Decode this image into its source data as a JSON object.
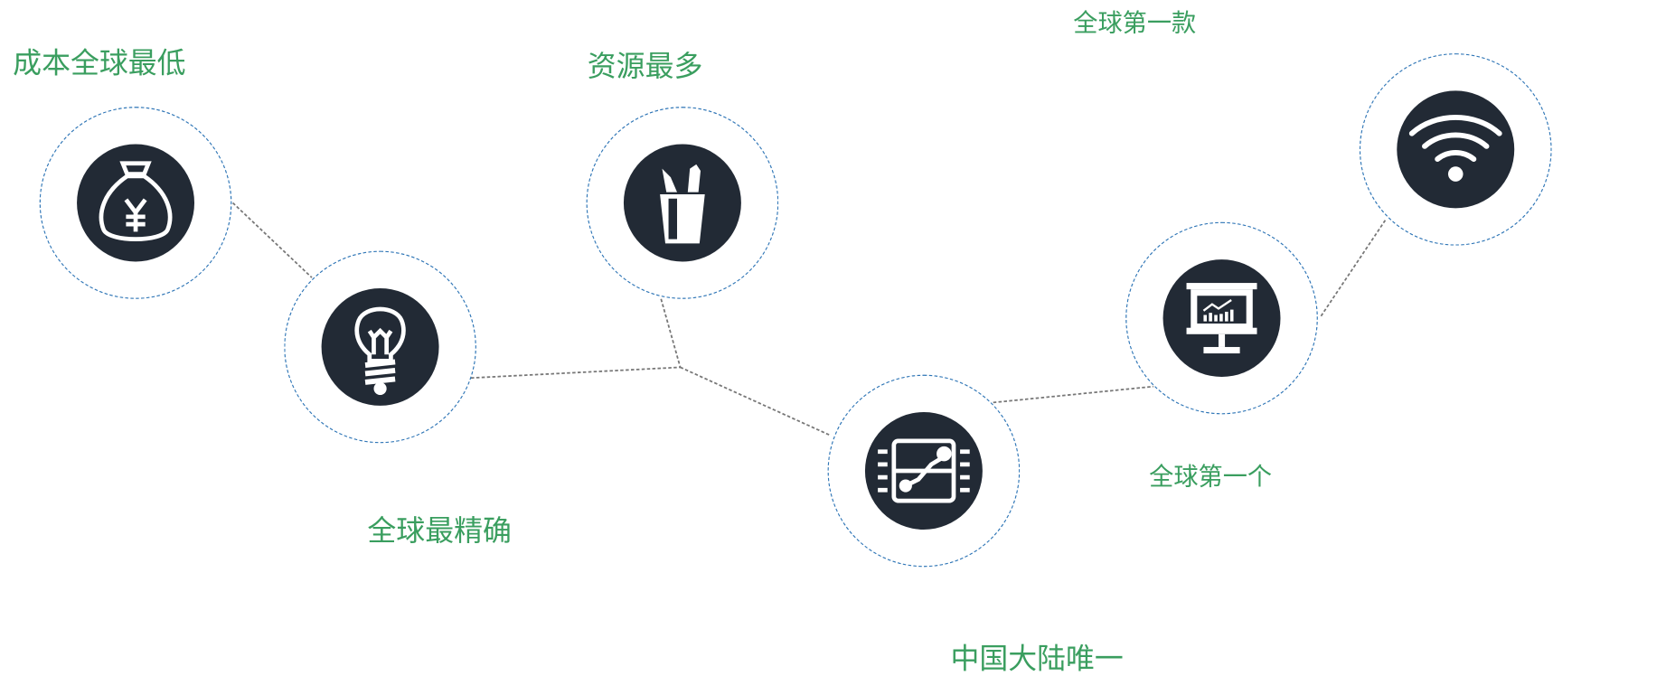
{
  "colors": {
    "text": "#3a9e5f",
    "icon_bg": "#222a35",
    "circle_border": "#2e75b6",
    "connector": "#777777"
  },
  "nodes": [
    {
      "label": "成本全球最低",
      "icon": "money-bag-yuan-icon"
    },
    {
      "label": "全球最精确",
      "icon": "light-bulb-icon"
    },
    {
      "label": "资源最多",
      "icon": "pencil-cup-icon"
    },
    {
      "label": "中国大陆唯一",
      "icon": "circuit-chip-icon"
    },
    {
      "label": "全球第一个",
      "icon": "presentation-chart-icon"
    },
    {
      "label": "全球第一款",
      "icon": "wifi-icon"
    }
  ]
}
